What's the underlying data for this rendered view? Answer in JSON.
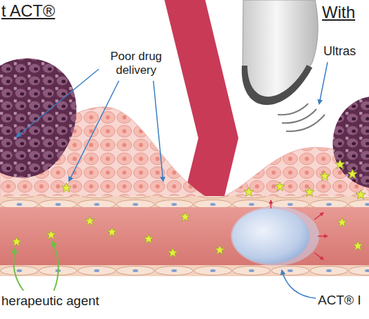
{
  "diagram": {
    "labels": [
      "t ACT®",
      "Poor drug delivery",
      "herapeutic agent",
      "With",
      "Ultras",
      "ACT® I"
    ]
  }
}
